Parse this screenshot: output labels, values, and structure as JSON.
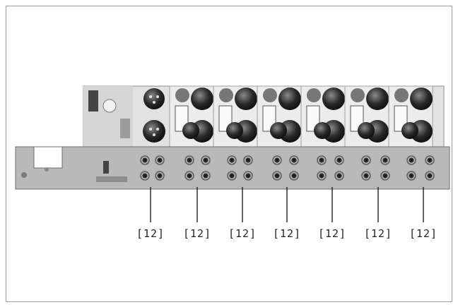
{
  "callouts": [
    {
      "label": "[12]"
    },
    {
      "label": "[12]"
    },
    {
      "label": "[12]"
    },
    {
      "label": "[12]"
    },
    {
      "label": "[12]"
    },
    {
      "label": "[12]"
    },
    {
      "label": "[12]"
    }
  ]
}
